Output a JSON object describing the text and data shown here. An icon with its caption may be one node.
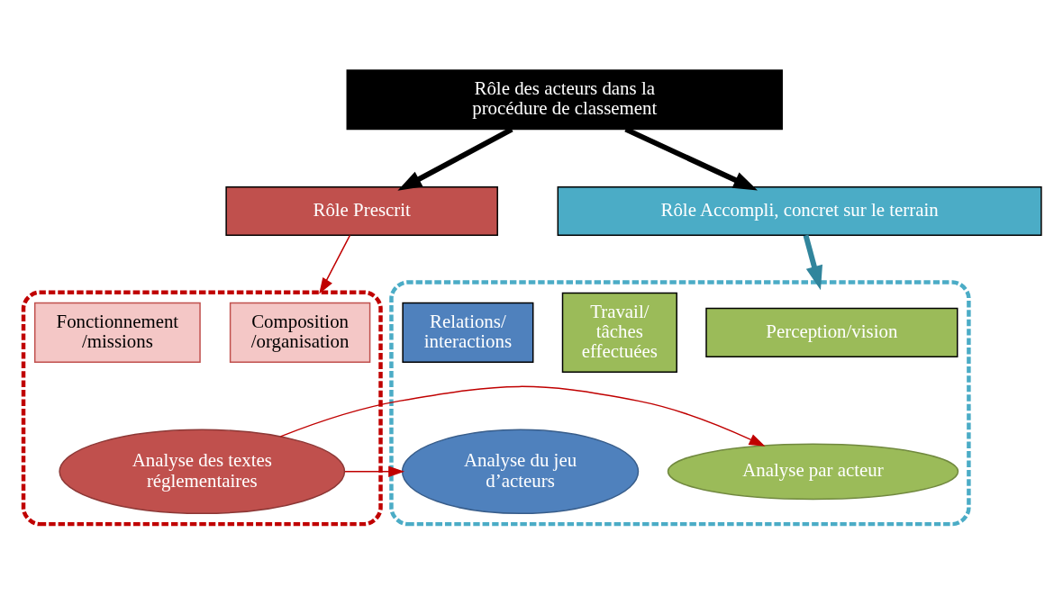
{
  "diagram": {
    "nodes": [
      {
        "text": [
          "Rôle des acteurs dans la procédure de classement"
        ]
      },
      {
        "text": [
          "Rôle Prescrit"
        ]
      },
      {
        "text": [
          "Rôle Accompli, concret sur le terrain"
        ]
      },
      {
        "text": [],
        "shape": "box"
      },
      {
        "text": [
          "Composition /organisation"
        ],
        "in": 3
      },
      {
        "text": [
          "Fonctionnement /missions"
        ],
        "in": 3
      },
      {
        "text": [
          "Analyse des textes réglementaires"
        ],
        "in": 3
      },
      {
        "text": [],
        "shape": "box"
      },
      {
        "text": [
          "Perception/vision"
        ],
        "in": 7
      },
      {
        "text": [
          "Travail/ tâches effectuées"
        ],
        "in": 7
      },
      {
        "text": [
          "Relations/ interactions"
        ],
        "in": 7
      },
      {
        "text": [
          "Analyse par acteur"
        ],
        "in": 7
      },
      {
        "text": [
          "Analyse du jeu d’acteurs"
        ],
        "in": 7
      }
    ],
    "edges": [
      {
        "from": 0,
        "to": 1,
        "arrow": "to",
        "style": "thick",
        "color": "#000000"
      },
      {
        "from": 0,
        "to": 2,
        "arrow": "to",
        "style": "thick",
        "color": "#000000"
      },
      {
        "from": 1,
        "to": 3,
        "arrow": "to",
        "color": "#c00000"
      },
      {
        "from": 2,
        "to": 7,
        "arrow": "to",
        "style": "thick",
        "color": "#31859c"
      },
      {
        "from": 6,
        "to": 11,
        "arrow": "to",
        "color": "#c00000"
      },
      {
        "from": 6,
        "to": 12,
        "arrow": "to",
        "color": "#c00000"
      }
    ]
  }
}
